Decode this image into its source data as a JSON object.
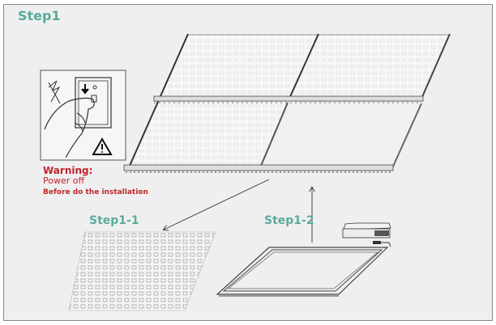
{
  "steps": {
    "main": "Step1",
    "sub1": "Step1-1",
    "sub2": "Step1-2"
  },
  "warning": {
    "title": "Warning:",
    "line1": "Power off",
    "line2": "Before do the installation"
  },
  "colors": {
    "accent": "#5aab9b",
    "warning": "#c0262d"
  },
  "icons": [
    "power-switch-hand-icon",
    "warning-triangle-icon"
  ]
}
